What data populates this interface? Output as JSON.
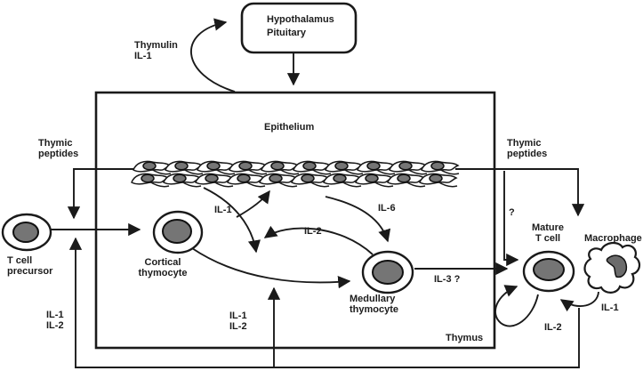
{
  "colors": {
    "line": "#1a1a1a",
    "nucleus_fill": "#757575",
    "background": "#ffffff"
  },
  "hypothalamus_box": {
    "line1": "Hypothalamus",
    "line2": "Pituitary"
  },
  "thymus": {
    "box_label": "Thymus",
    "epithelium_label": "Epithelium"
  },
  "labels": {
    "thymulin": {
      "line1": "Thymulin",
      "line2": "IL-1"
    },
    "thymic_peptides_left": {
      "line1": "Thymic",
      "line2": "peptides"
    },
    "thymic_peptides_right": {
      "line1": "Thymic",
      "line2": "peptides"
    },
    "t_cell_precursor": {
      "line1": "T cell",
      "line2": "precursor"
    },
    "cortical_thymocyte": {
      "line1": "Cortical",
      "line2": "thymocyte"
    },
    "medullary_thymocyte": {
      "line1": "Medullary",
      "line2": "thymocyte"
    },
    "mature_t_cell": {
      "line1": "Mature",
      "line2": "T cell"
    },
    "macrophage": "Macrophage",
    "il1_epithelium": "IL-1",
    "il2_medullary": "IL-2",
    "il6": "IL-6",
    "il3_question": "IL-3 ?",
    "question_mark": "?",
    "il1_il2_left": {
      "line1": "IL-1",
      "line2": "IL-2"
    },
    "il1_il2_mid": {
      "line1": "IL-1",
      "line2": "IL-2"
    },
    "il2_right": "IL-2",
    "il1_right": "IL-1"
  }
}
